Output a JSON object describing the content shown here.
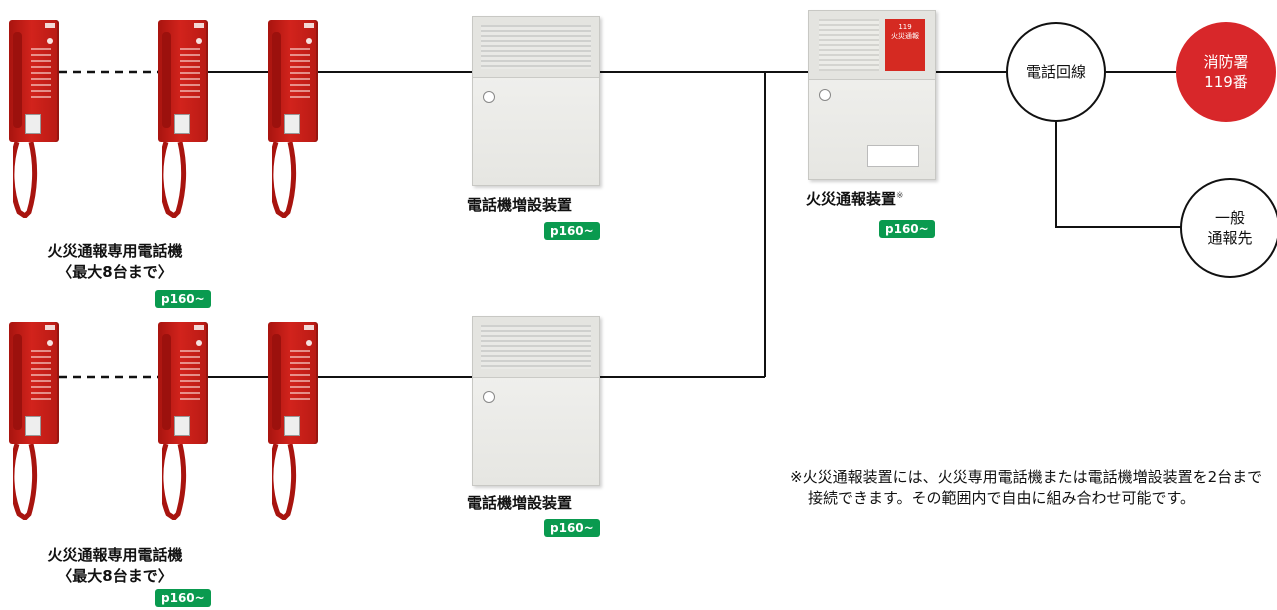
{
  "phone_group_label_line1": "火災通報専用電話機",
  "phone_group_label_line2": "〈最大8台まで〉",
  "extender_label": "電話機増設装置",
  "fire_device_label": "火災通報装置",
  "fire_device_mark": "※",
  "page_ref": "p160~",
  "line_label": "電話回線",
  "fire_dept_line1": "消防署",
  "fire_dept_line2": "119番",
  "general_line1": "一般",
  "general_line2": "通報先",
  "fire_panel_text_1": "119",
  "fire_panel_text_2": "火災通報",
  "note": "※火災通報装置には、火災専用電話機または電話機増設装置を2台まで接続できます。その範囲内で自由に組み合わせ可能です。",
  "colors": {
    "phone_red": "#d2231c",
    "badge_green": "#0a9a4f",
    "fire_dept_red": "#d8272a"
  }
}
